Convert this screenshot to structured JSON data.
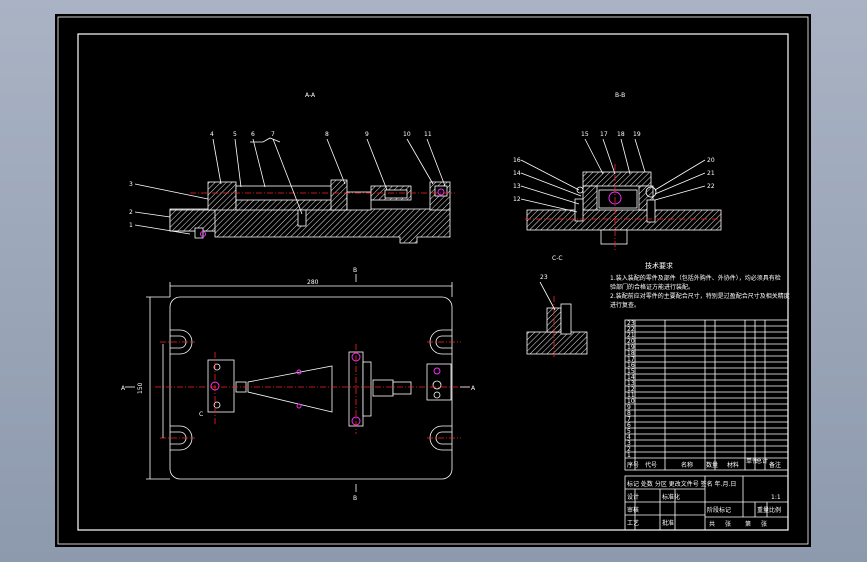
{
  "sheet": {
    "view_title_aa": "A-A",
    "view_title_bb": "B-B",
    "view_title_cc": "C-C",
    "plan_dimension_top": "280",
    "plan_dimension_left": "150",
    "section_marker_left": "A",
    "section_marker_right": "A",
    "section_marker_b_top": "B",
    "section_marker_b_bottom": "B",
    "section_marker_c": "C"
  },
  "balloons_aa": [
    "4",
    "5",
    "6",
    "7",
    "8",
    "9",
    "10",
    "11",
    "3",
    "2",
    "1"
  ],
  "balloons_bb": [
    "15",
    "17",
    "18",
    "19",
    "16",
    "14",
    "13",
    "12",
    "20",
    "21",
    "22"
  ],
  "balloon_cc": "23",
  "tech_requirements": {
    "title": "技术要求",
    "lines": [
      "1.装入装配的零件及部件（包括外购件、外协件），均必须具有检",
      "验部门的合格证方能进行装配。",
      "2.装配前应对零件的主要配合尺寸，特别是过盈配合尺寸及相关精度",
      "进行复查。"
    ]
  },
  "parts_table": {
    "header": [
      "序号",
      "代号",
      "名称",
      "数量",
      "材料",
      "单件",
      "总计",
      "备注"
    ],
    "row_numbers": [
      "23",
      "22",
      "21",
      "20",
      "19",
      "18",
      "17",
      "16",
      "15",
      "14",
      "13",
      "12",
      "11",
      "10",
      "9",
      "8",
      "7",
      "6",
      "5",
      "4",
      "3",
      "2",
      "1"
    ]
  },
  "title_block": {
    "row1": "标记 处数 分区 更改文件号 签名 年.月.日",
    "row2_left": "设计",
    "row2_mid": "标准化",
    "row3_left": "审核",
    "row4_left": "工艺",
    "row4_mid": "批准",
    "stage_labels": [
      "阶段标记",
      "重量",
      "比例"
    ],
    "scale": "1:1",
    "sheet_info": [
      "共",
      "张",
      "第",
      "张"
    ]
  }
}
